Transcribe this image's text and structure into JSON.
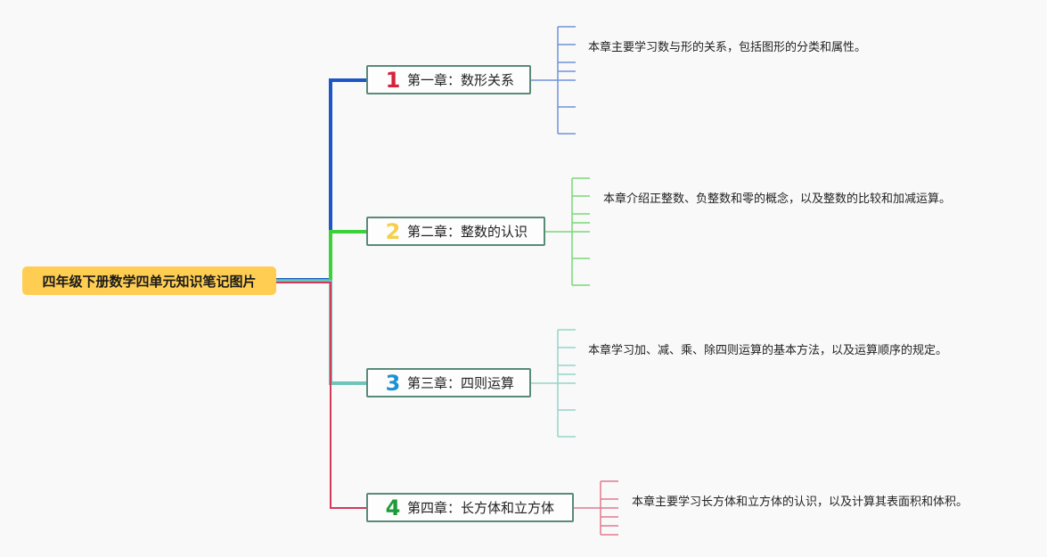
{
  "root": {
    "label": "四年级下册数学四单元知识笔记图片"
  },
  "chapters": [
    {
      "number": "1",
      "title": "第一章：数形关系",
      "note": "本章主要学习数与形的关系，包括图形的分类和属性。",
      "color": "#1e56c8",
      "note_color": "#6f93d8"
    },
    {
      "number": "2",
      "title": "第二章：整数的认识",
      "note": "本章介绍正整数、负整数和零的概念，以及整数的比较和加减运算。",
      "color": "#3bd13b",
      "note_color": "#78d878"
    },
    {
      "number": "3",
      "title": "第三章：四则运算",
      "note": "本章学习加、减、乘、除四则运算的基本方法，以及运算顺序的规定。",
      "color": "#6cc5b8",
      "note_color": "#95d5c8"
    },
    {
      "number": "4",
      "title": "第四章：长方体和立方体",
      "note": "本章主要学习长方体和立方体的认识，以及计算其表面积和体积。",
      "color": "#d23a5a",
      "note_color": "#e07a90"
    }
  ]
}
